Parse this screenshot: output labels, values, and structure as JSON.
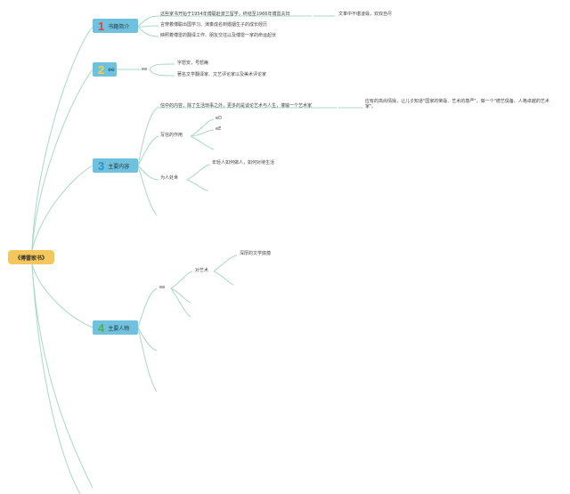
{
  "root": {
    "label": "《傅雷家书》"
  },
  "topics": [
    {
      "num": "1",
      "label": "书籍简介"
    },
    {
      "num": "2",
      "label": "ee"
    },
    {
      "num": "3",
      "label": "主要内容"
    },
    {
      "num": "4",
      "label": "主要人物"
    }
  ],
  "intro": {
    "line1": "这些家书开始于1954年傅聪赴波兰留学，终结至1966年傅雷夫妇",
    "line1_child": "文革中不堪凌辱，双双自尽",
    "line2": "言穿着傅聪出国学习、演奏成名到婚姻生子的成长经历",
    "line3": "映照着傅雷的翻译工作、朋友交往以及傅雷一家的命运起伏"
  },
  "t2": {
    "node": "ee",
    "child1": "字怒安，号怒庵",
    "child2": "著名文学翻译家、文艺评论家以及美术评论家"
  },
  "t3": {
    "content": "信中的内容，除了生活琐事之外，更多的是谈论艺术与人生，灌输一个艺术家",
    "content_child": "应有的高尚情操，让儿子知道\"国家的荣辱、艺术的尊严\"，做一个\"德艺俱备、人格卓越的艺术家\"。",
    "writing": "写信的作用",
    "writing_c1": "eD",
    "writing_c2": "eE",
    "conduct": "为人处世",
    "conduct_c1": "年轻人如何做人，如何对待生活"
  },
  "t4": {
    "node": "ee",
    "art": "对艺术",
    "art_c1": "深厚的文学底蕴"
  }
}
